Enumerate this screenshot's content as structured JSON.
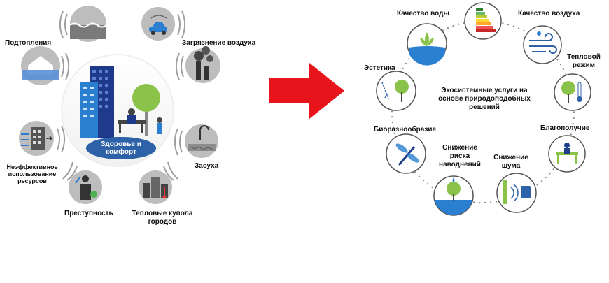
{
  "left_diagram": {
    "hub_label": "Здоровье и\nкомфорт",
    "challenges": [
      {
        "id": "flooding",
        "label": "Подтопления",
        "icon": "flood-house-icon"
      },
      {
        "id": "flood-wave",
        "label": "",
        "icon": "water-wave-icon"
      },
      {
        "id": "air-pollution-car",
        "label": "",
        "icon": "car-emissions-icon"
      },
      {
        "id": "air-pollution",
        "label": "Загрязнение воздуха",
        "icon": "factory-smoke-icon"
      },
      {
        "id": "drought",
        "label": "Засуха",
        "icon": "cracked-earth-icon"
      },
      {
        "id": "heat-island",
        "label": "Тепловые купола\nгородов",
        "icon": "hot-city-icon"
      },
      {
        "id": "crime",
        "label": "Преступность",
        "icon": "thief-icon"
      },
      {
        "id": "resources",
        "label": "Неэффективное\nиспользование\nресурсов",
        "icon": "building-resources-icon"
      }
    ]
  },
  "arrow": {
    "color": "#e8141c",
    "icon": "right-arrow-icon"
  },
  "right_diagram": {
    "center_label": "Экосистемные услуги на\nоснове природоподобных\nрешений",
    "services": [
      {
        "id": "water",
        "label": "Качество воды",
        "icon": "lotus-water-icon"
      },
      {
        "id": "energy",
        "label": "",
        "icon": "energy-rating-icon"
      },
      {
        "id": "air",
        "label": "Качество воздуха",
        "icon": "wind-icon"
      },
      {
        "id": "thermal",
        "label": "Тепловой\nрежим",
        "icon": "tree-thermometer-icon"
      },
      {
        "id": "wellbeing",
        "label": "Благополучие",
        "icon": "bench-person-icon"
      },
      {
        "id": "noise",
        "label": "Снижение\nшума",
        "icon": "noise-barrier-icon"
      },
      {
        "id": "flood-risk",
        "label": "Снижение\nриска\nнаводнений",
        "icon": "tree-water-icon"
      },
      {
        "id": "biodiversity",
        "label": "Биоразнообразие",
        "icon": "dragonfly-icon"
      },
      {
        "id": "aesthetics",
        "label": "Эстетика",
        "icon": "tree-drawing-icon"
      }
    ]
  },
  "colors": {
    "hub_blue": "#2e62a8",
    "icon_grey": "#bdbdbd",
    "ring_grey": "#9e9e9e",
    "green": "#8bc34a",
    "navy": "#1f3f8a",
    "accent_blue": "#2b7fd0"
  }
}
